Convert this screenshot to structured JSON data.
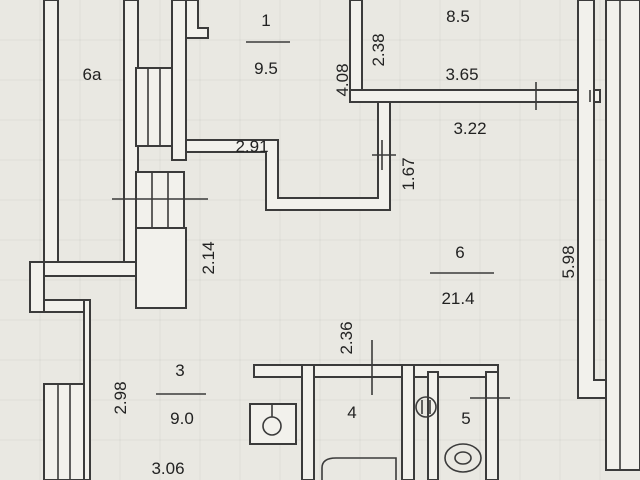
{
  "rooms": {
    "room_1": {
      "number": "1",
      "area": "9.5"
    },
    "room_2": {
      "area": "8.5"
    },
    "room_6a": {
      "number": "6a"
    },
    "room_6": {
      "number": "6",
      "area": "21.4"
    },
    "room_3": {
      "number": "3",
      "area": "9.0"
    },
    "room_4": {
      "number": "4"
    },
    "room_5": {
      "number": "5"
    }
  },
  "dimensions": {
    "d_2_38": "2.38",
    "d_4_08": "4.08",
    "d_3_65": "3.65",
    "d_3_22": "3.22",
    "d_2_91": "2.91",
    "d_1_67": "1.67",
    "d_2_14": "2.14",
    "d_5_98": "5.98",
    "d_2_36": "2.36",
    "d_2_98": "2.98",
    "d_3_06": "3.06"
  },
  "colors": {
    "paper": "#e9e8e2",
    "walls": "#3b3b3b"
  }
}
